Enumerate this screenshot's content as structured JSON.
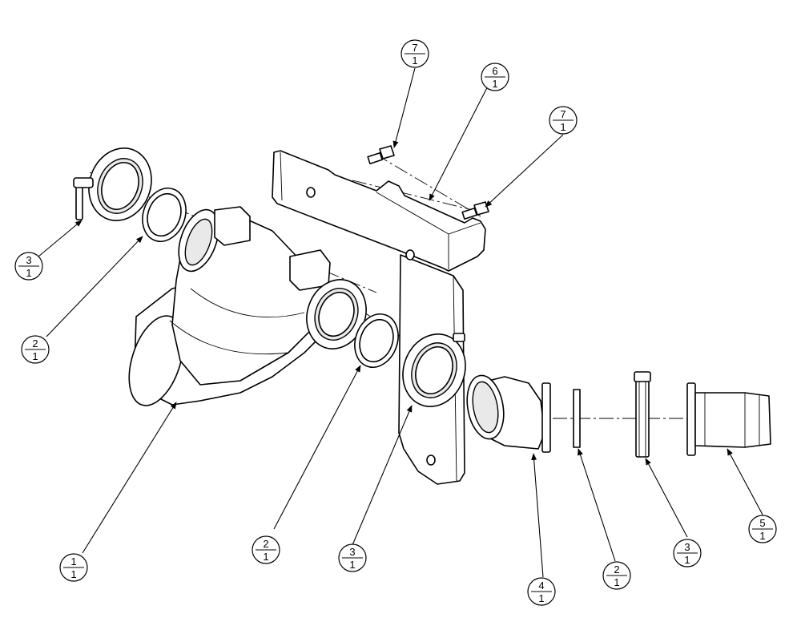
{
  "balloons": [
    {
      "item": "7",
      "qty": "1"
    },
    {
      "item": "6",
      "qty": "1"
    },
    {
      "item": "7",
      "qty": "1"
    },
    {
      "item": "3",
      "qty": "1"
    },
    {
      "item": "2",
      "qty": "1"
    },
    {
      "item": "1",
      "qty": "1"
    },
    {
      "item": "2",
      "qty": "1"
    },
    {
      "item": "3",
      "qty": "1"
    },
    {
      "item": "4",
      "qty": "1"
    },
    {
      "item": "2",
      "qty": "1"
    },
    {
      "item": "3",
      "qty": "1"
    },
    {
      "item": "5",
      "qty": "1"
    }
  ]
}
